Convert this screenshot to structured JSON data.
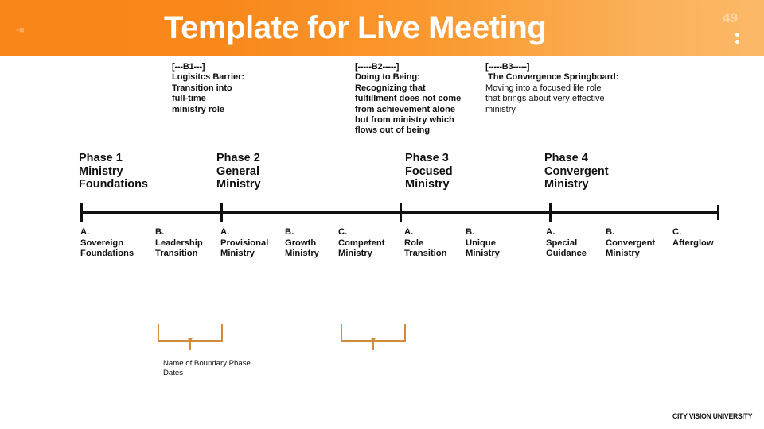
{
  "header": {
    "title": "Template for Live Meeting",
    "page_number": "49",
    "left_mark": "▪■",
    "menu_icon": "kebab-menu-icon",
    "gradient_start": "#f98618",
    "gradient_end": "#fcb967"
  },
  "notes": [
    {
      "tag": "[---B1---]",
      "head": "Logisitcs Barrier:",
      "body": "Transition into\nfull-time\nministry role"
    },
    {
      "tag": "[-----B2-----]",
      "head": "Doing to Being:",
      "body": "Recognizing that\nfulfillment does not come\nfrom achievement alone\nbut from ministry which\nflows out of being"
    },
    {
      "tag": "[-----B3-----]",
      "head": "The Convergence Springboard:",
      "body": "Moving into a focused life role\nthat brings about very effective\nministry"
    }
  ],
  "phases": [
    {
      "num": "Phase 1",
      "name_line1": "Ministry",
      "name_line2": "Foundations"
    },
    {
      "num": "Phase 2",
      "name_line1": "General",
      "name_line2": "Ministry"
    },
    {
      "num": "Phase 3",
      "name_line1": "Focused",
      "name_line2": "Ministry"
    },
    {
      "num": "Phase 4",
      "name_line1": "Convergent",
      "name_line2": "Ministry"
    }
  ],
  "stages": [
    {
      "letter": "A.",
      "line1": "Sovereign",
      "line2": "Foundations"
    },
    {
      "letter": "B.",
      "line1": "Leadership",
      "line2": "Transition"
    },
    {
      "letter": "A.",
      "line1": "Provisional",
      "line2": "Ministry"
    },
    {
      "letter": "B.",
      "line1": "Growth",
      "line2": "Ministry"
    },
    {
      "letter": "C.",
      "line1": "Competent",
      "line2": "Ministry"
    },
    {
      "letter": "A.",
      "line1": "Role",
      "line2": "Transition"
    },
    {
      "letter": "B.",
      "line1": "Unique",
      "line2": "Ministry"
    },
    {
      "letter": "A.",
      "line1": "Special",
      "line2": "Guidance"
    },
    {
      "letter": "B.",
      "line1": "Convergent",
      "line2": "Ministry"
    },
    {
      "letter": "C.",
      "line1": "Afterglow",
      "line2": ""
    }
  ],
  "brace_caption": {
    "line1": "Name of Boundary Phase",
    "line2": "Dates",
    "color": "#d08c3a"
  },
  "footer": {
    "logo_text": "CITY VISION UNIVERSITY"
  }
}
